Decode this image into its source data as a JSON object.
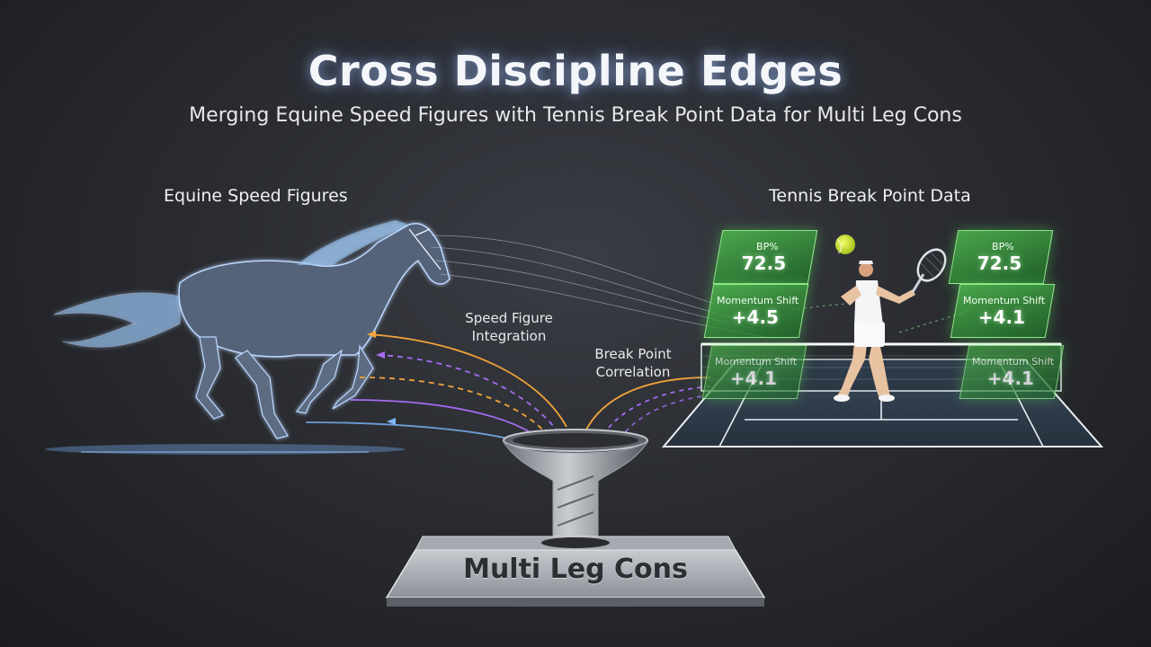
{
  "header": {
    "title": "Cross Discipline Edges",
    "subtitle": "Merging Equine Speed Figures with Tennis Break Point Data for Multi Leg Cons"
  },
  "left": {
    "label": "Equine Speed Figures"
  },
  "right": {
    "label": "Tennis Break Point Data"
  },
  "flows": {
    "speed_line1": "Speed Figure",
    "speed_line2": "Integration",
    "break_line1": "Break Point",
    "break_line2": "Correlation"
  },
  "panels": [
    {
      "label": "BP%",
      "value": "72.5"
    },
    {
      "label": "BP%",
      "value": "72.5"
    },
    {
      "label": "Momentum Shift",
      "value": "+4.5"
    },
    {
      "label": "Momentum Shift",
      "value": "+4.1"
    },
    {
      "label": "Momentum Shift",
      "value": "+4.1"
    },
    {
      "label": "Momentum Shift",
      "value": "+4.1"
    }
  ],
  "output": {
    "label": "Multi Leg Cons"
  },
  "colors": {
    "accent_orange": "#f2a33a",
    "accent_purple": "#a46cf0",
    "accent_blue": "#7fb8ff",
    "panel_green": "#4cae4c"
  }
}
